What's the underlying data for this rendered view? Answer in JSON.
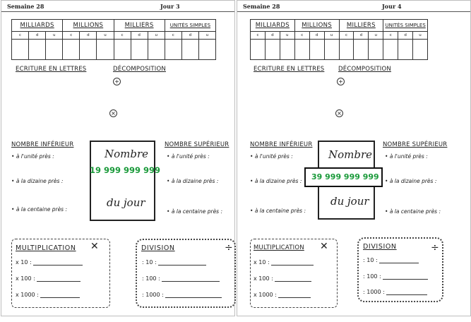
{
  "sheets": [
    {
      "week": "Semaine 28",
      "day": "Jour 3",
      "place_value": {
        "groups": [
          "MILLIARDS",
          "MILLIONS",
          "MILLIERS",
          "UNITÉS SIMPLES"
        ],
        "sub": [
          "c",
          "d",
          "u"
        ]
      },
      "ecriture": "ECRITURE EN LETTRES",
      "decomposition": "DÉCOMPOSITION",
      "inferieur": "NOMBRE INFÉRIEUR",
      "superieur": "NOMBRE SUPÉRIEUR",
      "unite": "à l'unité près :",
      "dizaine": "à la dizaine près :",
      "centaine": "à la centaine près :",
      "nombre": "Nombre",
      "du_jour": "du jour",
      "number": "19 999 999 999",
      "multiplication": "MULTIPLICATION",
      "division": "DIVISION",
      "mult_ops": [
        "x 10 :",
        "x 100 :",
        "x 1000 :"
      ],
      "div_ops": [
        ": 10 :",
        ": 100 :",
        ": 1000 :"
      ]
    },
    {
      "week": "Semaine 28",
      "day": "Jour 4",
      "place_value": {
        "groups": [
          "MILLIARDS",
          "MILLIONS",
          "MILLIERS",
          "UNITÉS SIMPLES"
        ],
        "sub": [
          "c",
          "d",
          "u"
        ]
      },
      "ecriture": "ECRITURE EN LETTRES",
      "decomposition": "DÉCOMPOSITION",
      "inferieur": "NOMBRE INFÉRIEUR",
      "superieur": "NOMBRE SUPÉRIEUR",
      "unite": "à l'unité près :",
      "dizaine": "à la dizaine près :",
      "centaine": "à la centaine près :",
      "nombre": "Nombre",
      "du_jour": "du jour",
      "number": "39 999 999 999",
      "multiplication": "MULTIPLICATION",
      "division": "DIVISION",
      "mult_ops": [
        "x 10 :",
        "x 100 :",
        "x 1000 :"
      ],
      "div_ops": [
        ": 10 :",
        ": 100 :",
        ": 1000 :"
      ]
    }
  ]
}
